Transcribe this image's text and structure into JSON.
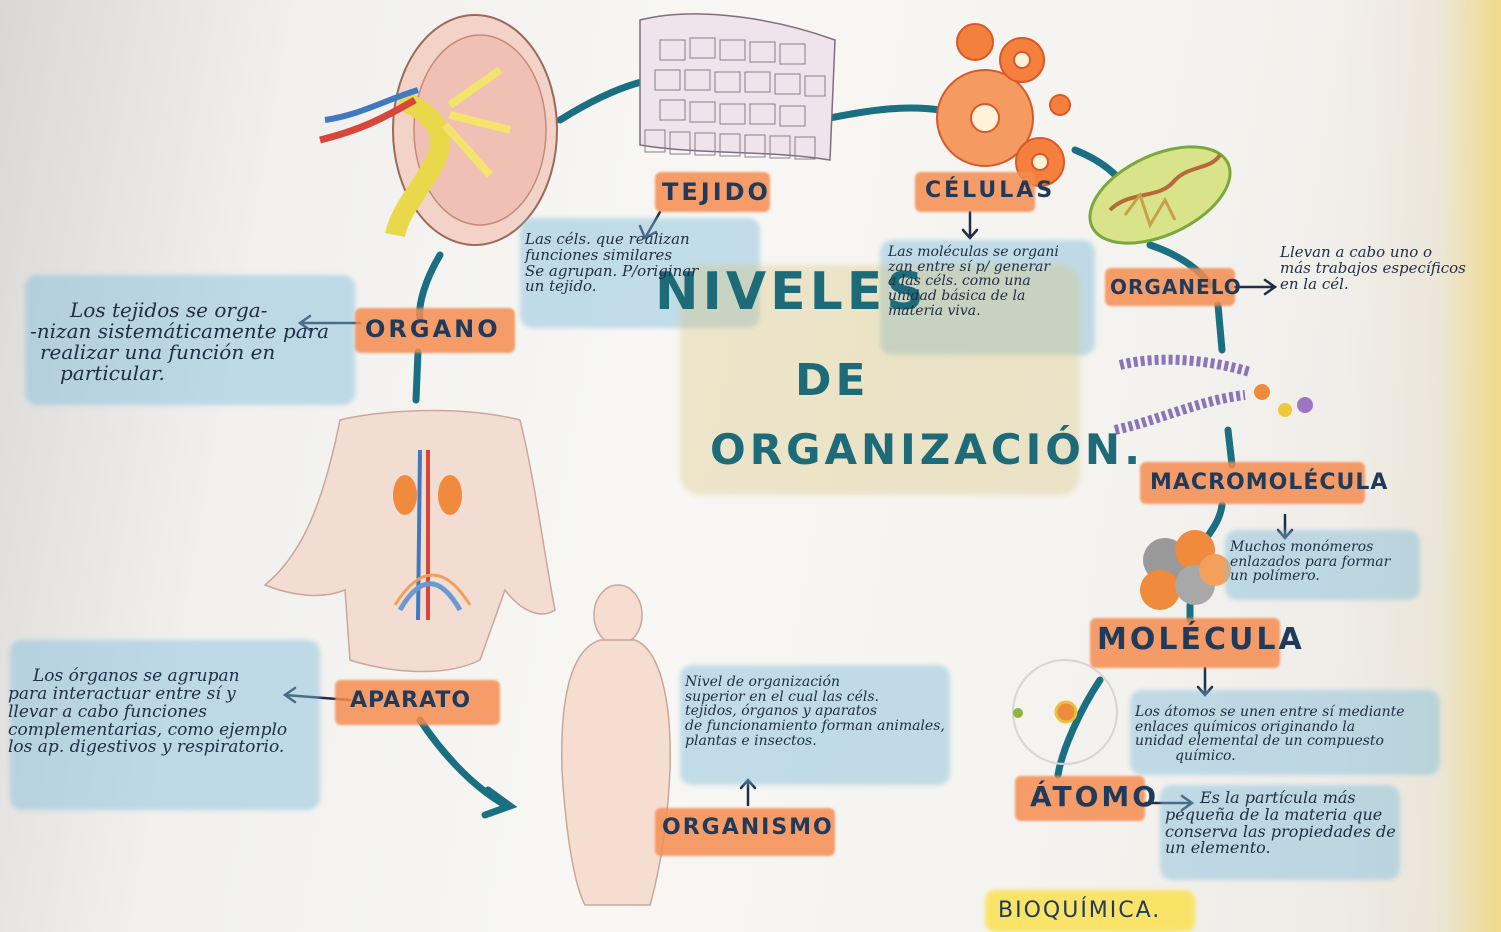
{
  "title": {
    "line1": "NIVELES",
    "line2": "DE",
    "line3": "ORGANIZACIÓN."
  },
  "levels": {
    "organo": "ORGANO",
    "tejido": "TEJIDO",
    "celulas": "CÉLULAS",
    "organelo": "ORGANELO",
    "macromolecula": "MACROMOLÉCULA",
    "molecula": "MOLÉCULA",
    "atomo": "ÁTOMO",
    "aparato": "APARATO",
    "organismo": "ORGANISMO"
  },
  "notes": {
    "organo": [
      "Los tejidos se orga-",
      "-nizan sistemáticamente para",
      "realizar una función en",
      "particular."
    ],
    "tejido": [
      "Las céls. que realizan",
      "funciones similares",
      "Se agrupan. P/originar",
      "un tejido."
    ],
    "celulas": [
      "Las moléculas se organi",
      "zan entre sí p/ generar",
      "a las céls. como una",
      "unidad básica de la",
      "materia viva."
    ],
    "organelo": [
      "Llevan a cabo uno o",
      "más trabajos específicos",
      "en la cél."
    ],
    "macromolecula": [
      "Muchos monómeros",
      "enlazados para formar",
      "un polímero."
    ],
    "molecula": [
      "Los átomos se unen entre sí mediante",
      "enlaces químicos originando la",
      "unidad elemental de un compuesto",
      "químico."
    ],
    "atomo": [
      "Es la partícula más",
      "pequeña de la materia que",
      "conserva las propiedades de",
      "un elemento."
    ],
    "aparato": [
      "Los órganos se agrupan",
      "para interactuar entre sí y",
      "llevar a cabo funciones",
      "complementarias, como ejemplo",
      "los ap. digestivos y respiratorio."
    ],
    "organismo": [
      "Nivel de organización",
      "superior en el cual las céls.",
      "tejidos, órganos y aparatos",
      "de funcionamiento forman animales,",
      "plantas e insectos."
    ]
  },
  "footer": {
    "subject": "BIOQUÍMICA."
  },
  "colors": {
    "ink": "#1f3a5a",
    "title": "#1d6b78",
    "connector": "#1b6f82",
    "orange_highlight": "#f58c50",
    "blue_highlight": "#7ebcdc",
    "yellow_highlight": "#fae150"
  }
}
